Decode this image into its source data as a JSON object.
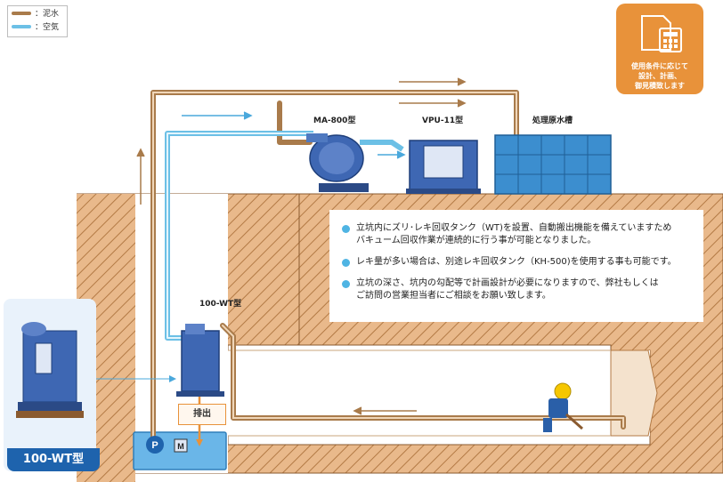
{
  "legend": {
    "mud_water": "：泥水",
    "air": "：空気"
  },
  "colors": {
    "mud_pipe": "#a97b4b",
    "air_pipe": "#6cc0e6",
    "ground": "#e9b98b",
    "hatch": "#b37a45",
    "equipment": "#3e67b3",
    "tank": "#3c8ecf",
    "badge": "#e8923a",
    "bullet": "#4fb4e3",
    "photo_title_bg": "#1e63ad"
  },
  "badge": {
    "text": "使用条件に応じて\n設計、計画、\n御見積致します",
    "icon": "document-calculator-icon"
  },
  "labels": {
    "ma800": "MA-800型",
    "vpu11": "VPU-11型",
    "tank": "処理原水槽",
    "wt100_diagram": "100-WT型",
    "discharge": "排出",
    "pump_p": "P",
    "motor_m": "M"
  },
  "photo_card": {
    "title": "100-WT型"
  },
  "notes": [
    "立坑内にズリ･レキ回収タンク（WT)を設置、自動搬出機能を備えていますため\nバキューム回収作業が連続的に行う事が可能となりました。",
    "レキ量が多い場合は、別途レキ回収タンク（KH-500)を使用する事も可能です。",
    "立坑の深さ、坑内の勾配等で計画設計が必要になりますので、弊社もしくは\nご訪問の営業担当者にご相談をお願い致します。"
  ]
}
